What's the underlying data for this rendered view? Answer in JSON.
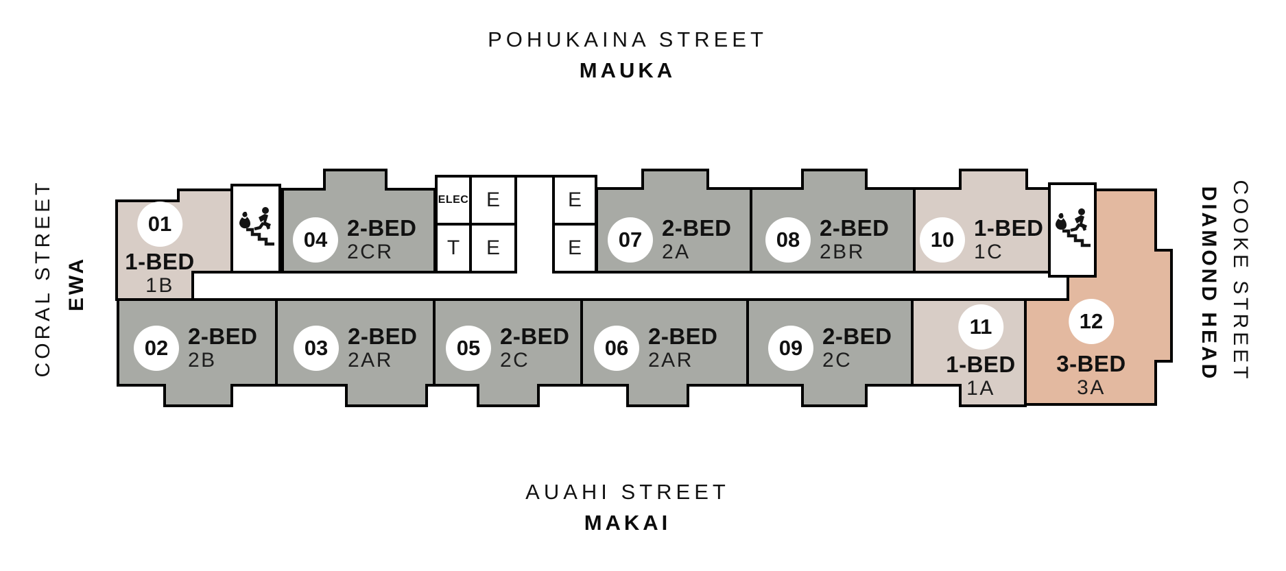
{
  "streets": {
    "mauka": {
      "name": "POHUKAINA STREET",
      "direction": "MAUKA"
    },
    "makai": {
      "name": "AUAHI STREET",
      "direction": "MAKAI"
    },
    "ewa": {
      "name": "CORAL STREET",
      "direction": "EWA"
    },
    "diamond_head": {
      "name": "COOKE STREET",
      "direction": "DIAMOND HEAD"
    }
  },
  "core": {
    "elec": "ELEC",
    "trash": "T",
    "elevator": "E"
  },
  "units": [
    {
      "number": "01",
      "type": "1-BED",
      "plan": "1B"
    },
    {
      "number": "02",
      "type": "2-BED",
      "plan": "2B"
    },
    {
      "number": "03",
      "type": "2-BED",
      "plan": "2AR"
    },
    {
      "number": "04",
      "type": "2-BED",
      "plan": "2CR"
    },
    {
      "number": "05",
      "type": "2-BED",
      "plan": "2C"
    },
    {
      "number": "06",
      "type": "2-BED",
      "plan": "2AR"
    },
    {
      "number": "07",
      "type": "2-BED",
      "plan": "2A"
    },
    {
      "number": "08",
      "type": "2-BED",
      "plan": "2BR"
    },
    {
      "number": "09",
      "type": "2-BED",
      "plan": "2C"
    },
    {
      "number": "10",
      "type": "1-BED",
      "plan": "1C"
    },
    {
      "number": "11",
      "type": "1-BED",
      "plan": "1A"
    },
    {
      "number": "12",
      "type": "3-BED",
      "plan": "3A"
    }
  ],
  "colors": {
    "two_bed": "#a8aaa5",
    "one_bed": "#d8cdc6",
    "three_bed": "#e3b9a0",
    "wall": "#000000",
    "badge": "#ffffff",
    "background": "#ffffff"
  }
}
